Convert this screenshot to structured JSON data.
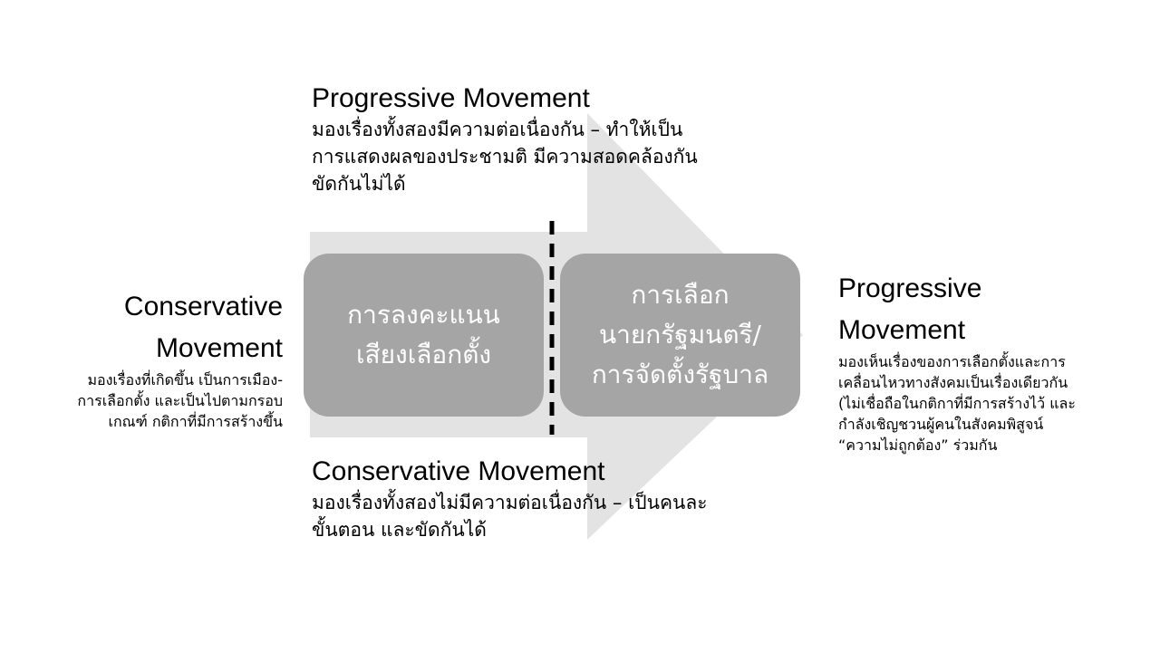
{
  "diagram": {
    "top": {
      "heading": "Progressive Movement",
      "description": "มองเรื่องทั้งสองมีความต่อเนื่องกัน – ทำให้เป็น\nการแสดงผลของประชามติ มีความสอดคล้องกัน\nขัดกันไม่ได้"
    },
    "bottom": {
      "heading": "Conservative Movement",
      "description": "มองเรื่องทั้งสองไม่มีความต่อเนื่องกัน – เป็นคนละ\nขั้นตอน และขัดกันได้"
    },
    "left": {
      "heading": "Conservative\nMovement",
      "description": "มองเรื่องที่เกิดขึ้น เป็นการเมือง-\nการเลือกตั้ง และเป็นไปตามกรอบ\nเกณฑ์ กติกาที่มีการสร้างขึ้น"
    },
    "right": {
      "heading": "Progressive\nMovement",
      "description": "มองเห็นเรื่องของการเลือกตั้งและการ\nเคลื่อนไหวทางสังคมเป็นเรื่องเดียวกัน\n(ไม่เชื่อถือในกติกาที่มีการสร้างไว้ และ\nกำลังเชิญชวนผู้คนในสังคมพิสูจน์\n“ความไม่ถูกต้อง” ร่วมกัน"
    },
    "boxes": {
      "vote": {
        "line1": "การลงคะแนน",
        "line2": "เสียงเลือกตั้ง"
      },
      "government": {
        "line1": "การเลือก",
        "line2": "นายกรัฐมนตรี/",
        "line3": "การจัดตั้งรัฐบาล"
      }
    },
    "colors": {
      "arrow": "#e3e3e3",
      "box": "#a5a5a5",
      "box_text": "#ffffff",
      "divider": "#000000"
    }
  }
}
